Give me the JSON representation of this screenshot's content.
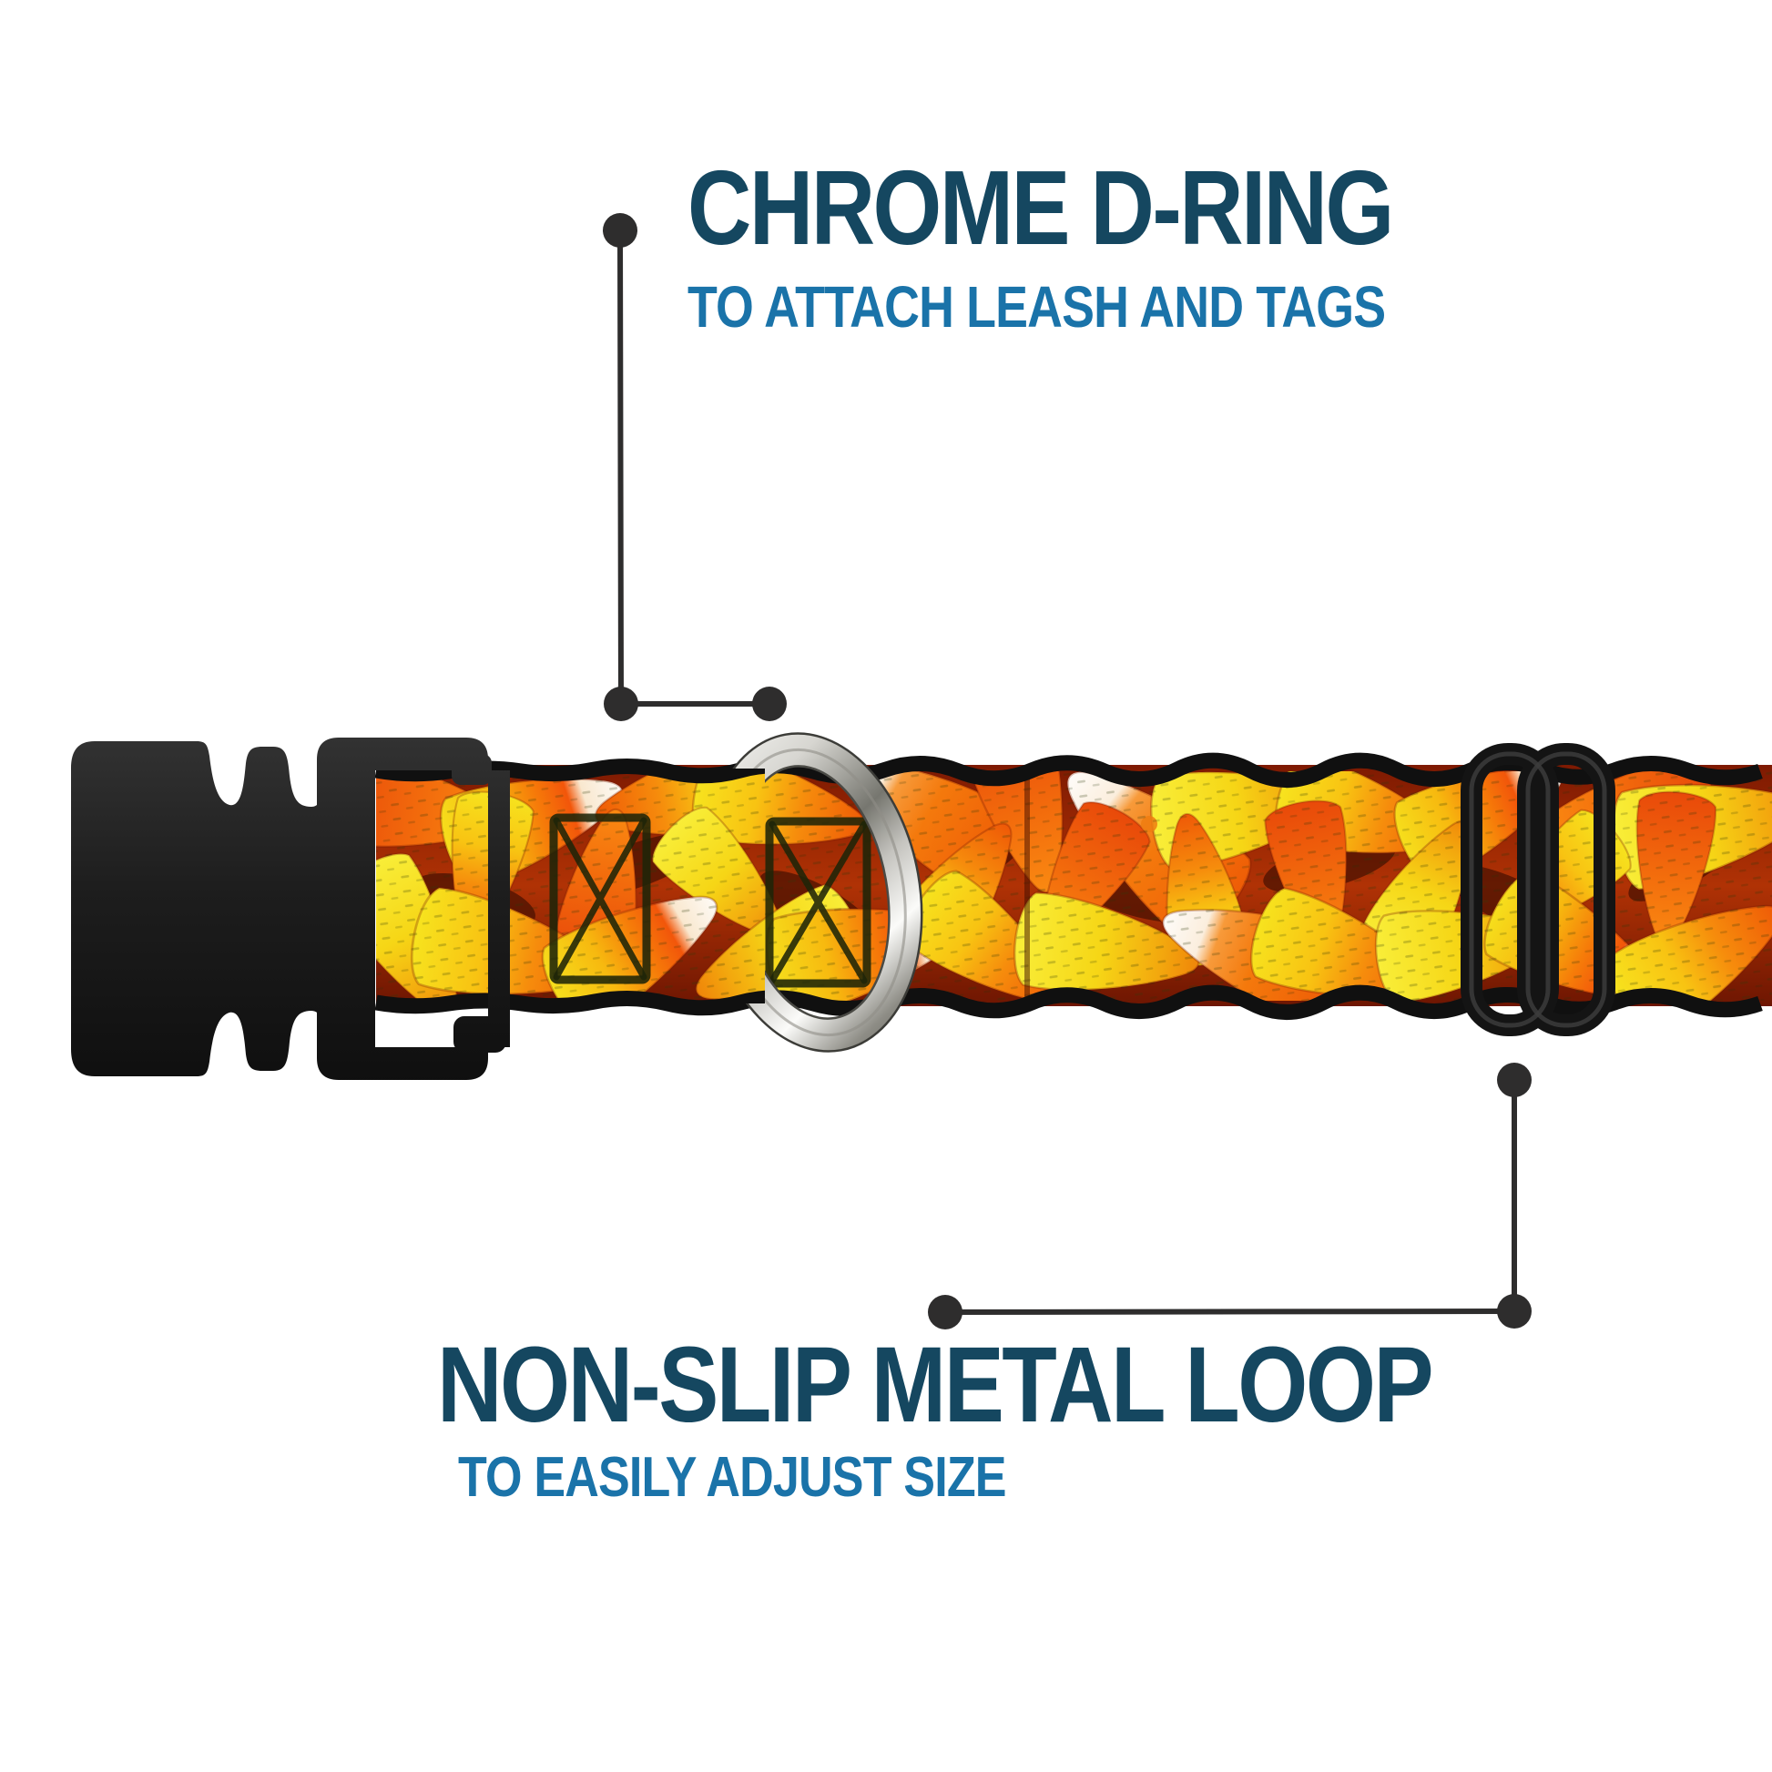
{
  "annotations": {
    "top": {
      "title": "CHROME D-RING",
      "subtitle": "TO ATTACH LEASH AND TAGS"
    },
    "bottom": {
      "title": "NON-SLIP METAL LOOP",
      "subtitle": "TO EASILY ADJUST SIZE"
    }
  },
  "colors": {
    "title": "#154760",
    "subtitle": "#1a73a9",
    "callout": "#2e2d2d",
    "hardware-black": "#1c1c1c",
    "chrome-light": "#f5f5f2",
    "chrome-dark": "#55544e",
    "webbing-red": "#b03205",
    "webbing-orange": "#f26a0c",
    "webbing-yellow": "#f6d616",
    "webbing-white": "#fdf6ea",
    "webbing-edge": "#101010"
  }
}
